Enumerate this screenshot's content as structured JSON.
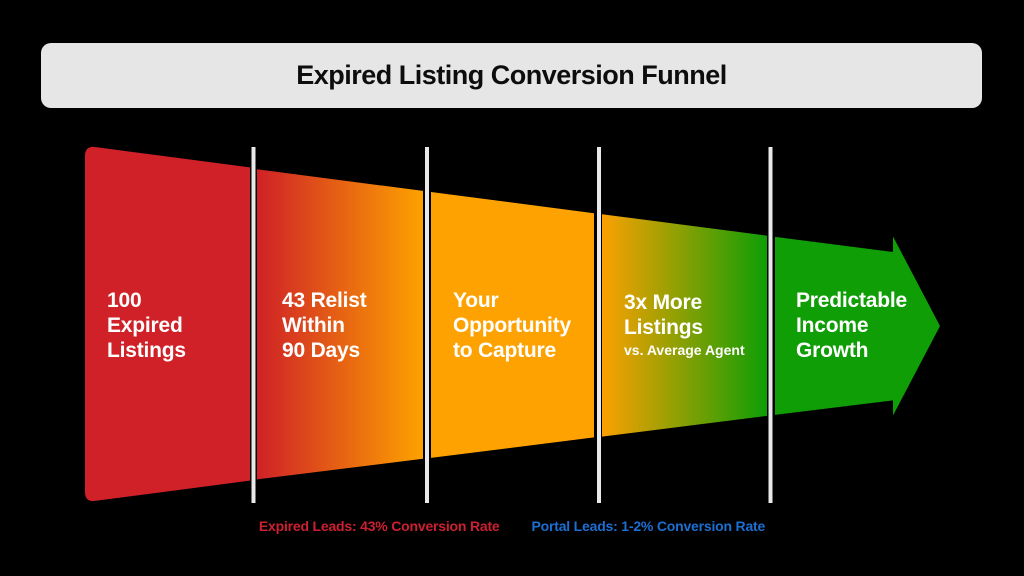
{
  "title": "Expired Listing Conversion Funnel",
  "funnel": {
    "stages": [
      {
        "id": "expired-listings",
        "lines": [
          "100",
          "Expired",
          "Listings"
        ],
        "fill": "#cf2127"
      },
      {
        "id": "relist-90-days",
        "lines": [
          "43 Relist",
          "Within",
          "90 Days"
        ],
        "fill_start": "#cf2127",
        "fill_end": "#fda200"
      },
      {
        "id": "opportunity-to-capture",
        "lines": [
          "Your",
          "Opportunity",
          "to Capture"
        ],
        "fill": "#fda200"
      },
      {
        "id": "more-listings",
        "lines": [
          "3x More",
          "Listings"
        ],
        "sublabel": "vs. Average Agent",
        "fill_start": "#fda200",
        "fill_end": "#0f9e06"
      },
      {
        "id": "income-growth",
        "lines": [
          "Predictable",
          "Income",
          "Growth"
        ],
        "fill": "#0f9e06"
      }
    ]
  },
  "legend": {
    "expired_leads": "Expired Leads: 43% Conversion Rate",
    "portal_leads": "Portal Leads: 1-2% Conversion Rate"
  },
  "colors": {
    "background": "#000000",
    "header_bg": "#e6e6e6",
    "title_text": "#0d0d0d",
    "stage_red": "#cf2127",
    "stage_orange": "#fda200",
    "stage_green": "#0f9e06",
    "divider": "#e9e9e9",
    "label_text": "#ffffff",
    "legend_red": "#cc2030",
    "legend_blue": "#1c6fd2"
  }
}
